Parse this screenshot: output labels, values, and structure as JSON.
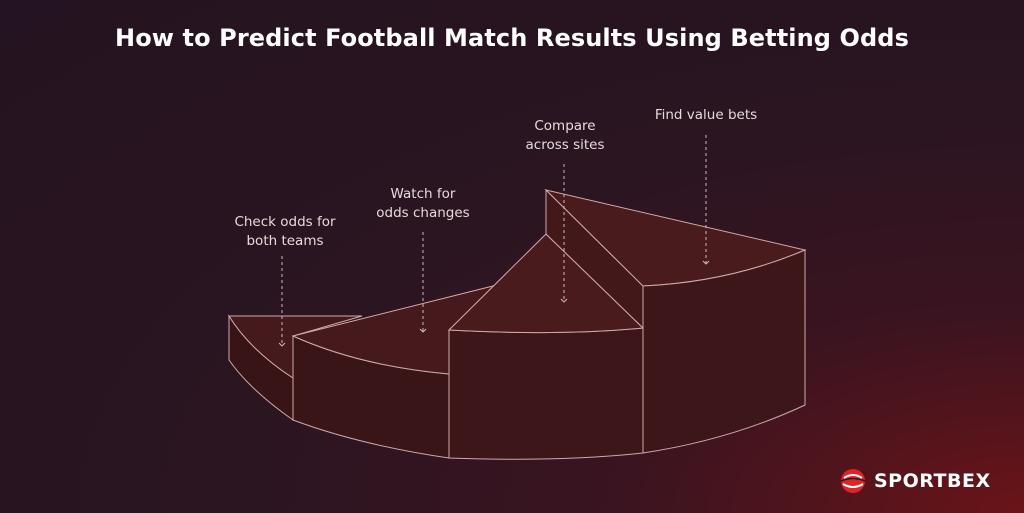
{
  "title": "How to Predict Football Match Results Using Betting Odds",
  "steps": [
    {
      "label": "Check odds for\nboth teams"
    },
    {
      "label": "Watch for\nodds changes"
    },
    {
      "label": "Compare\nacross sites"
    },
    {
      "label": "Find value bets"
    }
  ],
  "brand": {
    "name": "SPORTBEX",
    "accent": "#e02424"
  },
  "colors": {
    "top": "#4a1b1c",
    "side": "#3a1518",
    "stroke": "#cfa9a9"
  }
}
